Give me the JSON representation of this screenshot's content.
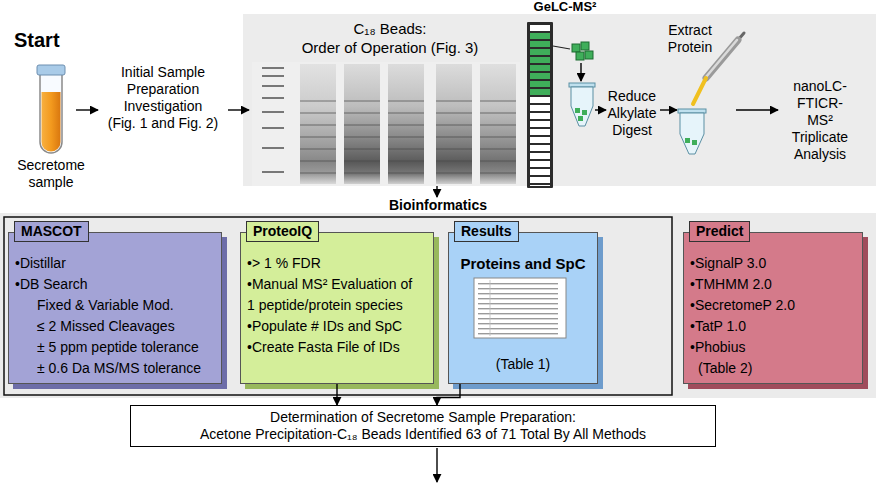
{
  "diagram": {
    "nodes": [
      {
        "text": [
          "GeLC-MS²",
          "C₁₈ Beads:",
          "Order of Operation (Fig. 3)",
          "Extract Protein",
          "Reduce Alkylate Digest",
          "nanoLC-FTICR-MS² Triplicate Analysis"
        ]
      },
      {
        "text": [
          "Bioinformatics"
        ]
      },
      {
        "text": [
          "MASCOT",
          "•Distillar",
          "•DB Search",
          "Fixed & Variable Mod.",
          "≤ 2 Missed Cleavages",
          "± 5 ppm peptide tolerance",
          "± 0.6 Da MS/MS tolerance"
        ],
        "in": 1
      },
      {
        "text": [
          "ProteoIQ",
          "•> 1 % FDR",
          "•Manual MS² Evaluation of 1 peptide/protein species",
          "•Populate # IDs and SpC",
          "•Create Fasta File of IDs"
        ],
        "in": 1
      },
      {
        "text": [
          "Results",
          "Proteins and SpC",
          "(Table 1)"
        ],
        "in": 1
      },
      {
        "text": [
          "Predict",
          "•SignalP 3.0",
          "•TMHMM 2.0",
          "•SecretomeP 2.0",
          "•TatP 1.0",
          "•Phobius",
          "(Table 2)"
        ],
        "in": 1
      },
      {
        "text": [
          "Determination of Secretome Sample Preparation:",
          "Acetone Precipitation-C₁₈ Beads Identified 63 of 71 Total By All Methods"
        ]
      }
    ],
    "edges": [
      {
        "from": 0,
        "to": 1,
        "arrow": "to"
      },
      {
        "from": 3,
        "to": 6,
        "arrow": "to"
      },
      {
        "from": 4,
        "to": 6,
        "arrow": "to"
      }
    ],
    "labels": [
      "Start",
      "Secretome sample",
      "Initial Sample Preparation Investigation",
      "(Fig. 1 and Fig. 2)"
    ]
  }
}
